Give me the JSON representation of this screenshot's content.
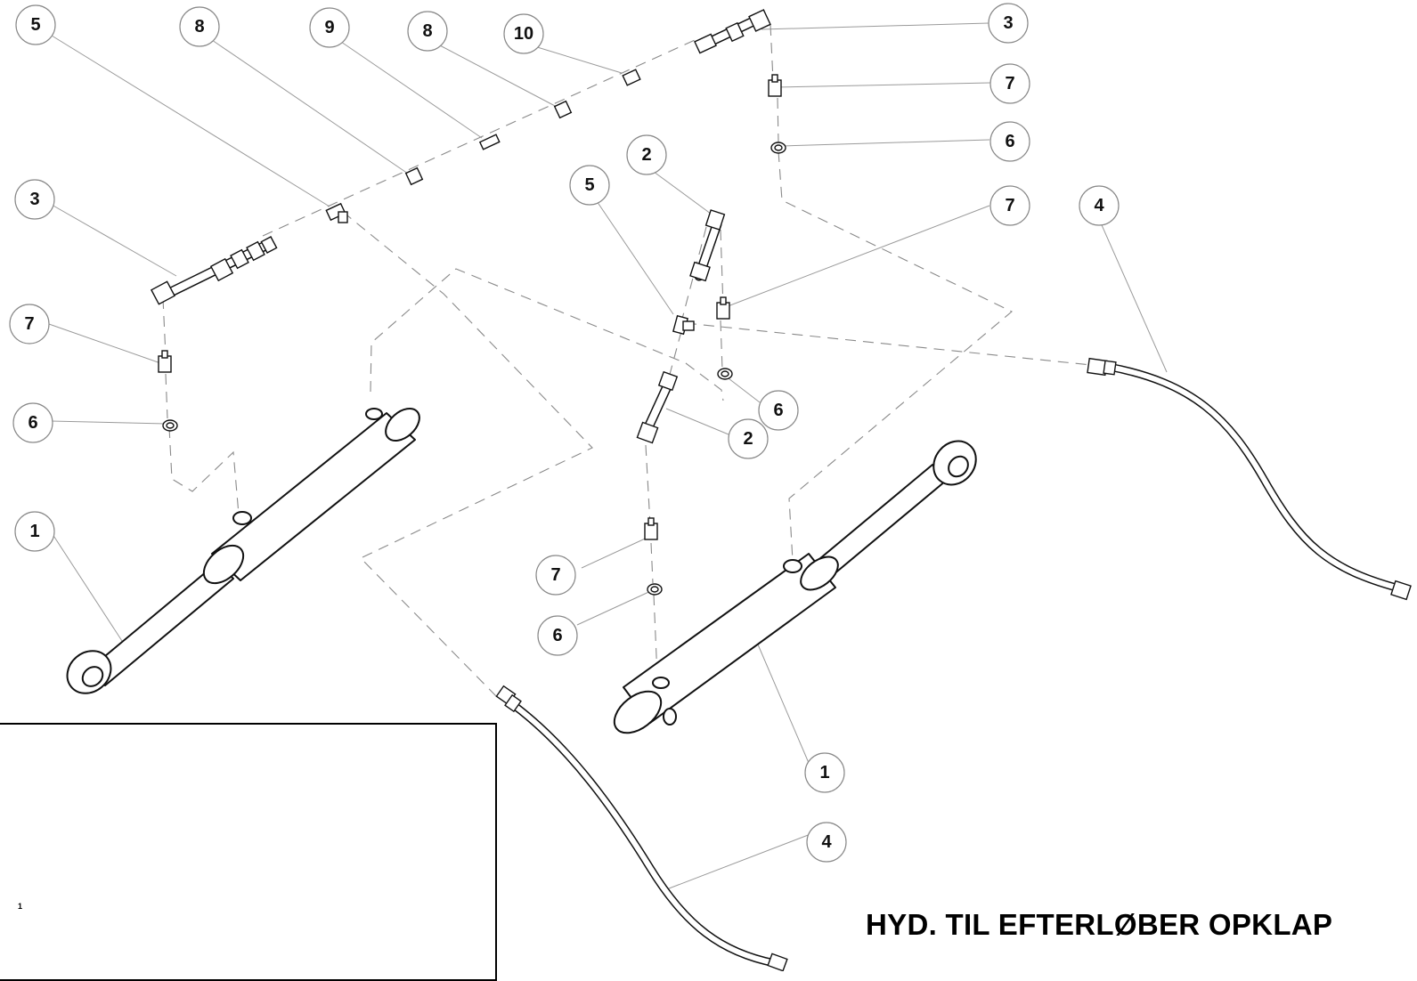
{
  "title": "HYD. TIL EFTERLØBER OPKLAP",
  "frame_mark": "1",
  "callouts": [
    {
      "label": "5"
    },
    {
      "label": "8"
    },
    {
      "label": "9"
    },
    {
      "label": "8"
    },
    {
      "label": "10"
    },
    {
      "label": "3"
    },
    {
      "label": "7"
    },
    {
      "label": "6"
    },
    {
      "label": "3"
    },
    {
      "label": "2"
    },
    {
      "label": "5"
    },
    {
      "label": "7"
    },
    {
      "label": "4"
    },
    {
      "label": "7"
    },
    {
      "label": "6"
    },
    {
      "label": "6"
    },
    {
      "label": "2"
    },
    {
      "label": "1"
    },
    {
      "label": "7"
    },
    {
      "label": "6"
    },
    {
      "label": "1"
    },
    {
      "label": "4"
    }
  ]
}
